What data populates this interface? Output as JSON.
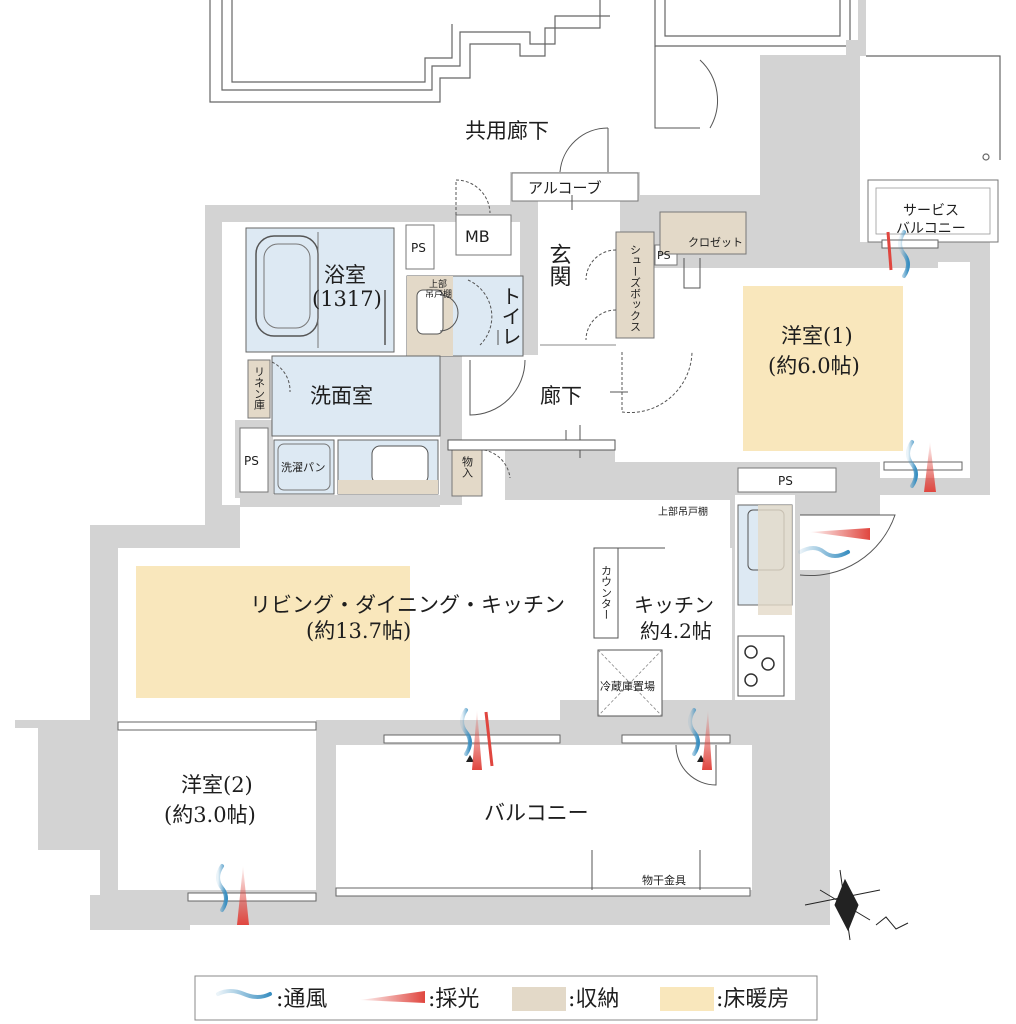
{
  "colors": {
    "wall": "#d3d3d3",
    "floor_heating": "#f9e7bc",
    "storage": "#e3d9c8",
    "wet_area": "#dde9f3",
    "ventilation": "#3a8fc1",
    "daylight": "#e0463f",
    "line": "#555555"
  },
  "rooms": {
    "common_corridor": "共用廊下",
    "alcove": "アルコーブ",
    "mb": "MB",
    "ps": "PS",
    "genkan": "玄関",
    "shoe_box": "シューズボックス",
    "closet": "クロゼット",
    "service_balcony_l1": "サービス",
    "service_balcony_l2": "バルコニー",
    "bath_l1": "浴室",
    "bath_l2": "(1317)",
    "upper_cabinet_l1": "上部",
    "upper_cabinet_l2": "吊戸棚",
    "toilet": "トイレ",
    "western1_l1": "洋室(1)",
    "western1_l2": "(約6.0帖)",
    "linen": "リネン庫",
    "washroom": "洗面室",
    "hallway": "廊下",
    "washing_pan": "洗濯パン",
    "storage_small": "物入",
    "upper_hanging_cabinet": "上部吊戸棚",
    "ldk_l1": "リビング・ダイニング・キッチン",
    "ldk_l2": "(約13.7帖)",
    "counter": "カウンター",
    "kitchen_l1": "キッチン",
    "kitchen_l2": "約4.2帖",
    "fridge": "冷蔵庫置場",
    "western2_l1": "洋室(2)",
    "western2_l2": "(約3.0帖)",
    "balcony": "バルコニー",
    "drying_hardware": "物干金具"
  },
  "legend": {
    "ventilation": ":通風",
    "daylight": ":採光",
    "storage": ":収納",
    "floor_heating": ":床暖房"
  }
}
